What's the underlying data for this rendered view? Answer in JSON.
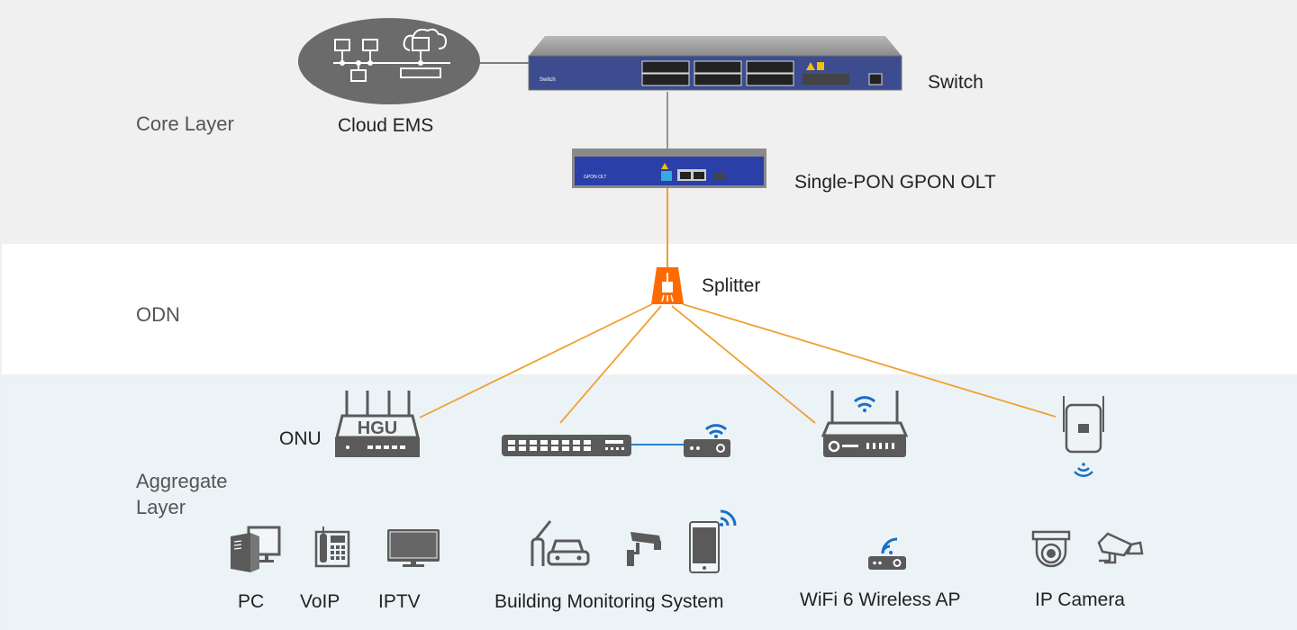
{
  "layers": {
    "core": "Core Layer",
    "odn": "ODN",
    "aggregate_line1": "Aggregate",
    "aggregate_line2": "Layer"
  },
  "devices": {
    "cloud_ems": "Cloud EMS",
    "switch": "Switch",
    "olt": "Single-PON GPON OLT",
    "splitter": "Splitter",
    "onu": "ONU",
    "hgu_badge": "HGU",
    "switch_panel_text": "Switch",
    "olt_panel_text": "GPON OLT"
  },
  "endpoints": [
    {
      "label": "PC",
      "icon": "pc-icon"
    },
    {
      "label": "VoIP",
      "icon": "voip-phone-icon"
    },
    {
      "label": "IPTV",
      "icon": "tv-icon"
    },
    {
      "label": "Building Monitoring System",
      "icon": "building-monitoring-icons"
    },
    {
      "label": "WiFi 6 Wireless AP",
      "icon": "wireless-ap-icon"
    },
    {
      "label": "IP Camera",
      "icon": "ip-camera-icons"
    }
  ],
  "colors": {
    "fiber": "#f0a030",
    "splitter": "#ff6a00",
    "wifi": "#1a6fc4",
    "device_gray": "#5a5a5a",
    "switch_blue": "#3a4a8f",
    "olt_blue": "#2a3fa8"
  }
}
